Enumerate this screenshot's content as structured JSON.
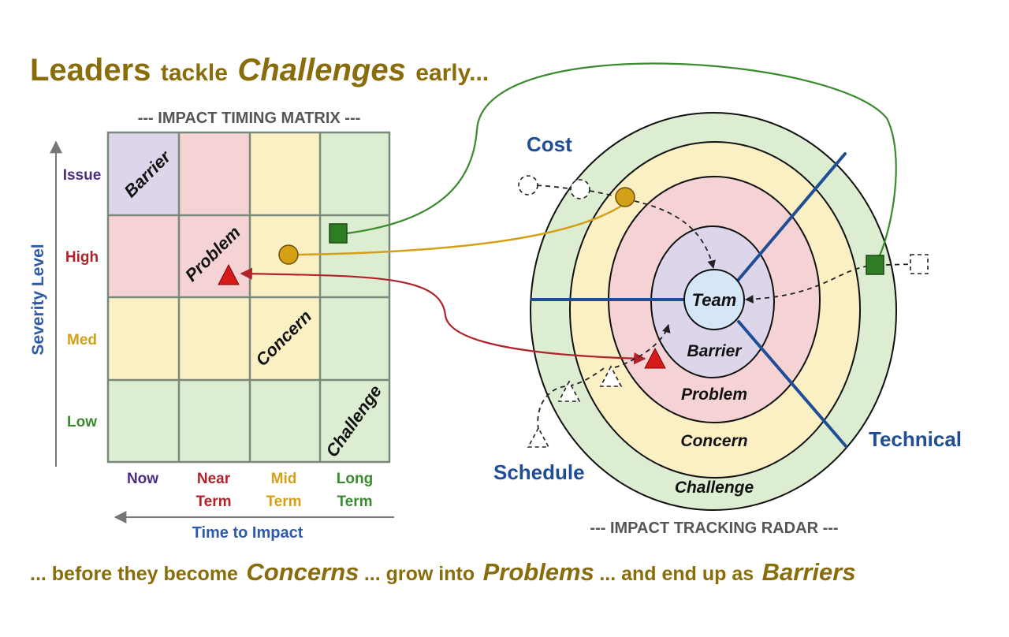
{
  "title": {
    "p1": "Leaders",
    "p2": "tackle",
    "p3": "Challenges",
    "p4": "early..."
  },
  "footer": {
    "p1": "... before they become",
    "p2": "Concerns",
    "p3": "... grow into",
    "p4": "Problems",
    "p5": "... and end up as",
    "p6": "Barriers"
  },
  "matrix": {
    "title": "--- IMPACT TIMING MATRIX ---",
    "y_axis_label": "Severity Level",
    "x_axis_label": "Time to Impact",
    "rows": [
      "Issue",
      "High",
      "Med",
      "Low"
    ],
    "columns": [
      {
        "line1": "Now",
        "line2": ""
      },
      {
        "line1": "Near",
        "line2": "Term"
      },
      {
        "line1": "Mid",
        "line2": "Term"
      },
      {
        "line1": "Long",
        "line2": "Term"
      }
    ],
    "diagonal_labels": [
      "Barrier",
      "Problem",
      "Concern",
      "Challenge"
    ]
  },
  "radar": {
    "title": "--- IMPACT TRACKING RADAR ---",
    "center": "Team",
    "rings": [
      "Barrier",
      "Problem",
      "Concern",
      "Challenge"
    ],
    "sectors": [
      "Cost",
      "Technical",
      "Schedule"
    ]
  },
  "colors": {
    "title_gold": "#8a6d0b",
    "barrier": "#ddd6ea",
    "problem": "#f5d3d5",
    "concern": "#fbefc4",
    "challenge": "#dcedd2",
    "team": "#d5e7f7",
    "grid_line": "#7a8a7a",
    "spoke_blue": "#1f4e96",
    "issue_purple": "#4b2e83",
    "high_red": "#b0232a",
    "med_gold": "#d4a017",
    "low_green": "#3a8a2e",
    "axis_blue": "#2e5aa8",
    "triangle_red": "#d71a1a",
    "circle_gold": "#d4a017",
    "square_green": "#2e7d25"
  }
}
